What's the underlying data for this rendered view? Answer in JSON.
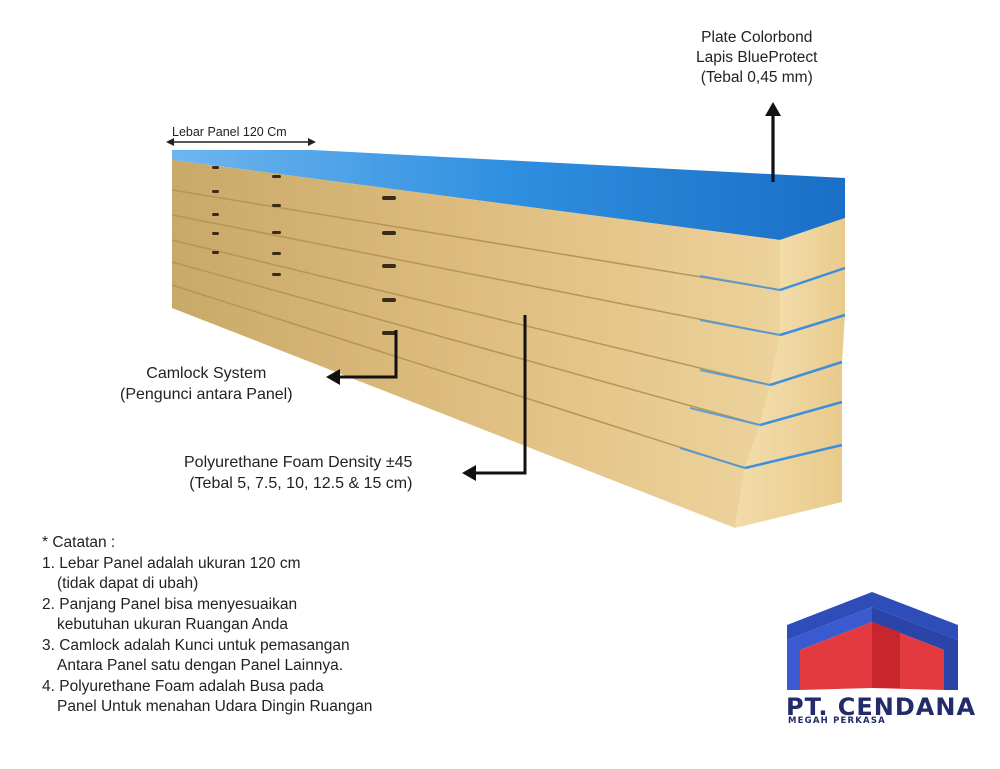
{
  "labels": {
    "plate": [
      "Plate Colorbond",
      "Lapis BlueProtect",
      "(Tebal 0,45 mm)"
    ],
    "width": "Lebar Panel 120 Cm",
    "camlock": [
      "Camlock System",
      "(Pengunci antara Panel)"
    ],
    "foam": [
      "Polyurethane Foam Density ±45",
      "(Tebal 5, 7.5, 10, 12.5 & 15 cm)"
    ]
  },
  "notes": {
    "title": "* Catatan :",
    "items": [
      "1. Lebar Panel adalah ukuran 120 cm",
      "(tidak dapat di ubah)",
      "2. Panjang Panel bisa menyesuaikan",
      "kebutuhan ukuran Ruangan Anda",
      "3. Camlock adalah Kunci untuk pemasangan",
      "Antara Panel satu dengan Panel Lainnya.",
      "4. Polyurethane Foam adalah Busa pada",
      "Panel Untuk menahan Udara Dingin Ruangan"
    ]
  },
  "company": {
    "name": "PT. CENDANA",
    "tagline": "MEGAH PERKASA"
  },
  "colors": {
    "plate_blue": "#2f8fe0",
    "foam": "#e8c98a",
    "logo_red": "#e23a3f",
    "logo_blue": "#2e4db8",
    "logo_text": "#232b6b"
  }
}
